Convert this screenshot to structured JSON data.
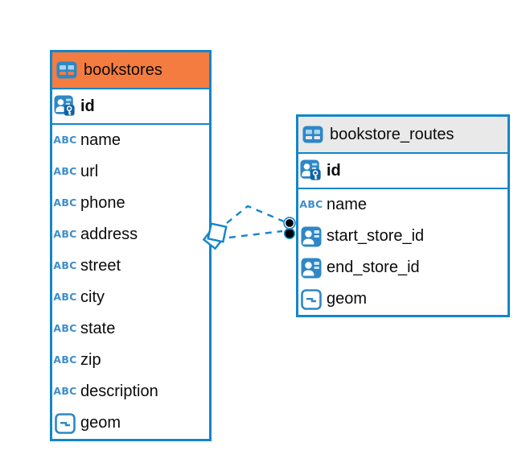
{
  "diagram": {
    "relationship": {
      "from_table": "bookstores",
      "to_table": "bookstore_routes",
      "line_style": "dashed",
      "branch_count": 2
    },
    "colors": {
      "accent_blue": "#1386C9",
      "icon_blue": "#2E87C6",
      "icon_cell_light_blue": "#A9D3EE",
      "key_badge_blue": "#0F63A5",
      "bookstores_header_orange": "#F57C40",
      "routes_header_gray": "#E9E9E9",
      "text_black": "#0B0B0B",
      "canvas_white": "#FFFFFF"
    },
    "icons": {
      "text_type_label": "ABC"
    },
    "tables": [
      {
        "name": "bookstores",
        "pk": {
          "name": "id"
        },
        "columns": [
          {
            "name": "name",
            "type": "text"
          },
          {
            "name": "url",
            "type": "text"
          },
          {
            "name": "phone",
            "type": "text"
          },
          {
            "name": "address",
            "type": "text"
          },
          {
            "name": "street",
            "type": "text"
          },
          {
            "name": "city",
            "type": "text"
          },
          {
            "name": "state",
            "type": "text"
          },
          {
            "name": "zip",
            "type": "text"
          },
          {
            "name": "description",
            "type": "text"
          },
          {
            "name": "geom",
            "type": "geometry"
          }
        ]
      },
      {
        "name": "bookstore_routes",
        "pk": {
          "name": "id"
        },
        "columns": [
          {
            "name": "name",
            "type": "text"
          },
          {
            "name": "start_store_id",
            "type": "reference"
          },
          {
            "name": "end_store_id",
            "type": "reference"
          },
          {
            "name": "geom",
            "type": "geometry"
          }
        ]
      }
    ]
  }
}
